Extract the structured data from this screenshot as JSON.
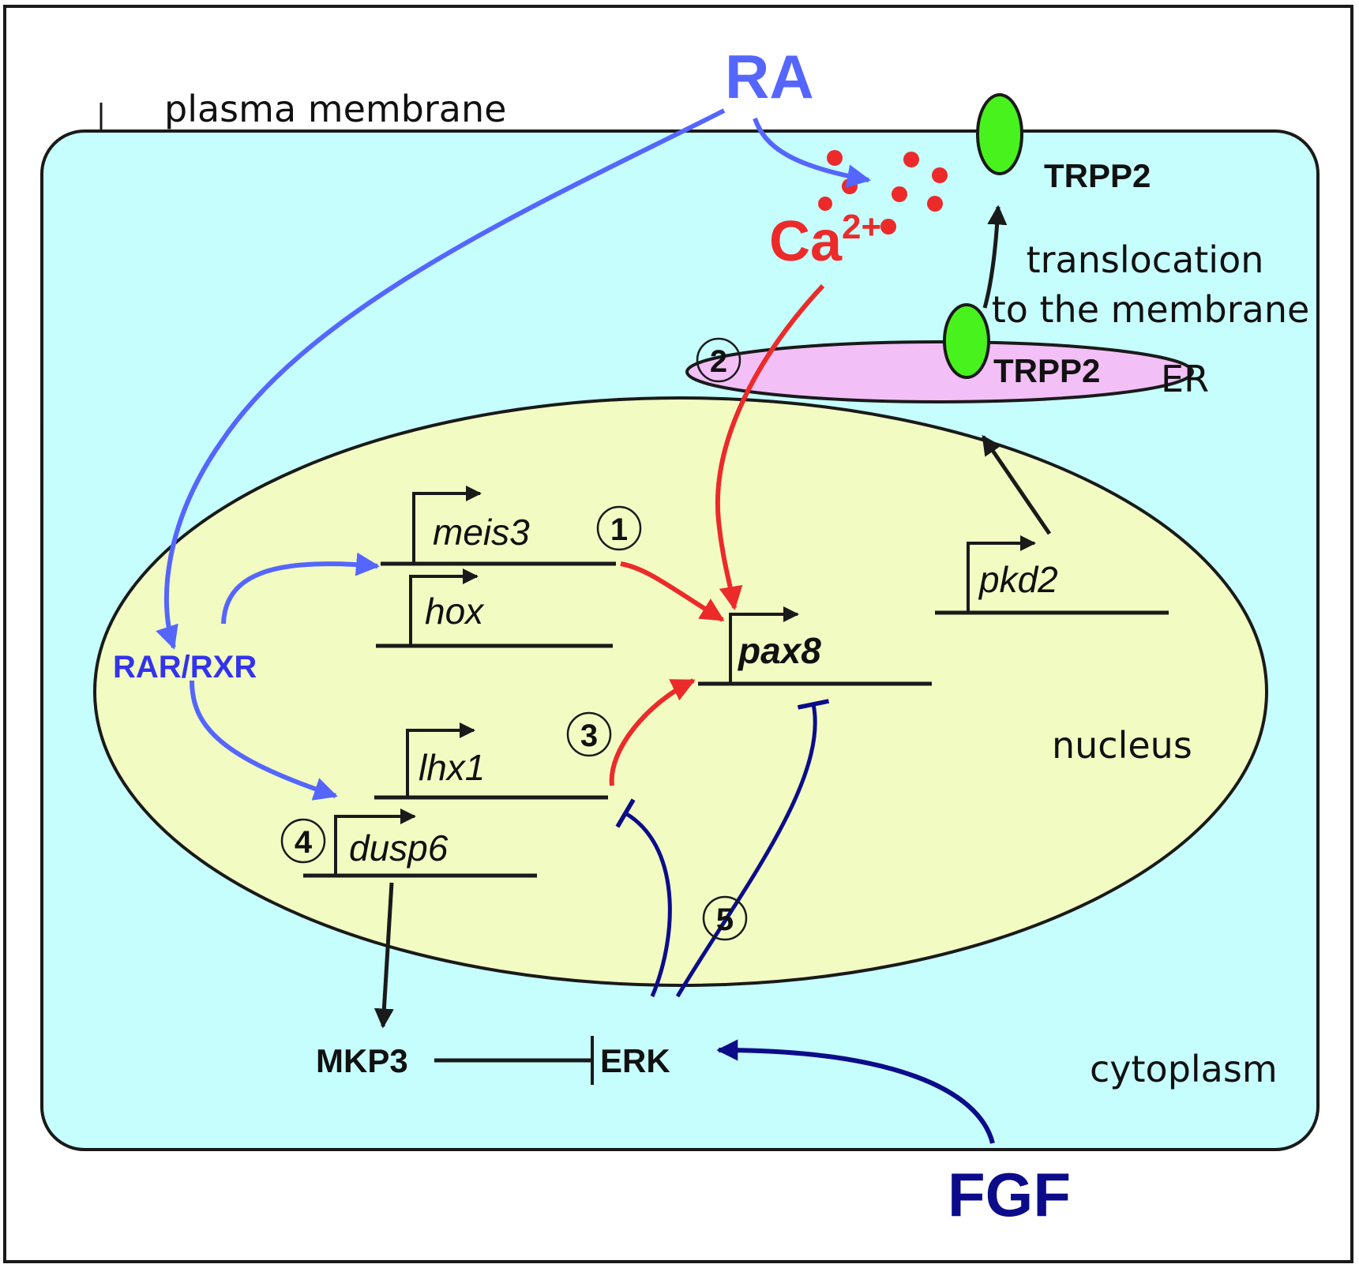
{
  "colors": {
    "cytoplasm_fill": "#c6fdfd",
    "nucleus_fill": "#f2fcc2",
    "er_fill": "#f3bff7",
    "trpp2_fill": "#48f21c",
    "ra_blue": "#5566ff",
    "rar_rxr_blue": "#3333ee",
    "calcium_red": "#ec2a2a",
    "fgf_navy": "#0c0c8a",
    "outline": "#1a1a1a"
  },
  "compartments": {
    "plasma_membrane": "plasma membrane",
    "nucleus": "nucleus",
    "cytoplasm": "cytoplasm",
    "er": "ER"
  },
  "signals": {
    "ra": "RA",
    "fgf": "FGF",
    "calcium_base": "Ca",
    "calcium_charge": "2+"
  },
  "proteins": {
    "rar_rxr": "RAR/RXR",
    "trpp2_membrane": "TRPP2",
    "trpp2_er": "TRPP2",
    "mkp3": "MKP3",
    "erk": "ERK"
  },
  "genes": {
    "meis3": "meis3",
    "hox": "hox",
    "lhx1": "lhx1",
    "dusp6": "dusp6",
    "pax8": "pax8",
    "pkd2": "pkd2"
  },
  "annotations": {
    "translocation_line1": "translocation",
    "translocation_line2": "to the membrane"
  },
  "steps": [
    "1",
    "2",
    "3",
    "4",
    "5"
  ]
}
